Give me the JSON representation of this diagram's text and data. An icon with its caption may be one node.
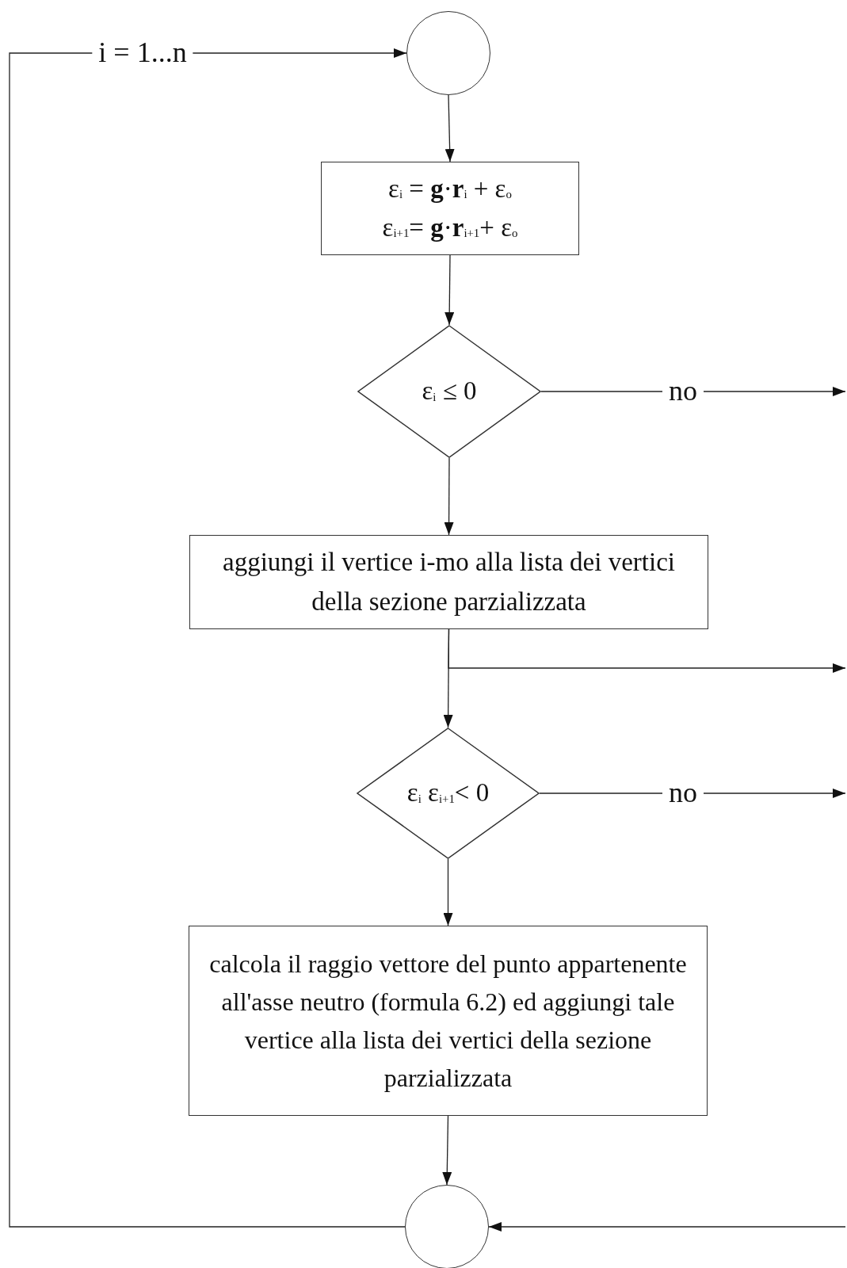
{
  "diagram": {
    "nodes": [
      {
        "text": [],
        "shape": "circle"
      },
      {
        "text": [
          "ε$_{i}$ = **g**·**r**$_{i}$ + ε$_{o}$",
          "ε$_{i+1}$= **g**·**r**$_{i+1}$+ ε$_{o}$"
        ]
      },
      {
        "text": [
          "ε$_{i}$ ≤ 0"
        ]
      },
      {
        "text": [
          "aggiungi il vertice i-mo alla lista dei vertici della sezione parzializzata"
        ]
      },
      {
        "text": [
          "ε$_{i}$ ε$_{i+1}$< 0"
        ]
      },
      {
        "text": [
          "calcola il raggio vettore del punto appartenente all'asse neutro (formula 6.2) ed aggiungi tale vertice alla lista dei vertici della sezione parzializzata"
        ]
      },
      {
        "text": [],
        "shape": "circle"
      }
    ],
    "edges": [
      {
        "from": 0,
        "to": 1,
        "arrow": "to"
      },
      {
        "from": 1,
        "to": 2,
        "arrow": "to"
      },
      {
        "from": 2,
        "to": null,
        "arrow": "to",
        "label": "no"
      },
      {
        "from": 2,
        "to": 3,
        "arrow": "to"
      },
      {
        "from": 3,
        "to": null,
        "arrow": "to"
      },
      {
        "from": 3,
        "to": 4,
        "arrow": "to"
      },
      {
        "from": 4,
        "to": null,
        "arrow": "to",
        "label": "no"
      },
      {
        "from": 4,
        "to": 5,
        "arrow": "to"
      },
      {
        "from": 5,
        "to": 6,
        "arrow": "to"
      },
      {
        "from": null,
        "to": 6,
        "arrow": "to"
      },
      {
        "from": 6,
        "to": 0,
        "arrow": "to",
        "label": "i = 1...n"
      }
    ]
  }
}
